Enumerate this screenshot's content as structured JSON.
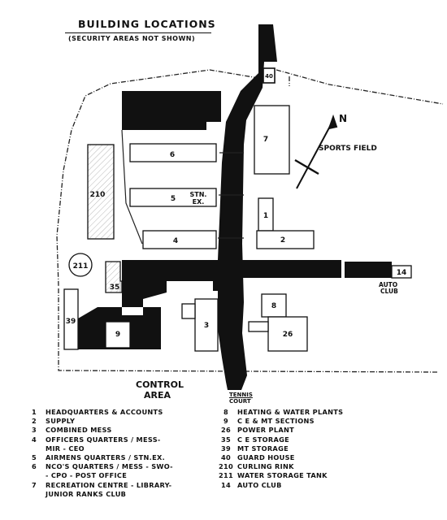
{
  "header": {
    "title": "BUILDING LOCATIONS",
    "subtitle": "(SECURITY AREAS NOT SHOWN)"
  },
  "map_labels": {
    "sports_field": "SPORTS FIELD",
    "north": "N",
    "control_area_line1": "CONTROL",
    "control_area_line2": "AREA",
    "tennis_court_line1": "TENNIS",
    "tennis_court_line2": "COURT",
    "auto_club_line1": "AUTO",
    "auto_club_line2": "CLUB",
    "stn_ex_line1": "STN.",
    "stn_ex_line2": "EX."
  },
  "buildings": {
    "b1": "1",
    "b2": "2",
    "b3": "3",
    "b4": "4",
    "b5": "5",
    "b6": "6",
    "b7": "7",
    "b8": "8",
    "b9": "9",
    "b14": "14",
    "b26": "26",
    "b35": "35",
    "b39": "39",
    "b40": "40",
    "b210": "210",
    "b211": "211"
  },
  "legend_left": [
    {
      "num": "1",
      "text": "HEADQUARTERS & ACCOUNTS"
    },
    {
      "num": "2",
      "text": "SUPPLY"
    },
    {
      "num": "3",
      "text": "COMBINED MESS"
    },
    {
      "num": "4",
      "text": "OFFICERS QUARTERS / MESS-",
      "cont": "MIR - CEO"
    },
    {
      "num": "5",
      "text": "AIRMENS QUARTERS / STN.EX."
    },
    {
      "num": "6",
      "text": "NCO'S QUARTERS / MESS - SWO-",
      "cont": "- CPO - POST OFFICE"
    },
    {
      "num": "7",
      "text": "RECREATION CENTRE - LIBRARY-",
      "cont": "JUNIOR RANKS CLUB"
    }
  ],
  "legend_right": [
    {
      "num": "8",
      "text": "HEATING & WATER PLANTS"
    },
    {
      "num": "9",
      "text": "C E & MT SECTIONS"
    },
    {
      "num": "26",
      "text": "POWER PLANT"
    },
    {
      "num": "35",
      "text": "C E STORAGE"
    },
    {
      "num": "39",
      "text": "MT STORAGE"
    },
    {
      "num": "40",
      "text": "GUARD HOUSE"
    },
    {
      "num": "210",
      "text": "CURLING RINK"
    },
    {
      "num": "211",
      "text": "WATER STORAGE TANK"
    },
    {
      "num": "14",
      "text": "AUTO CLUB"
    }
  ]
}
